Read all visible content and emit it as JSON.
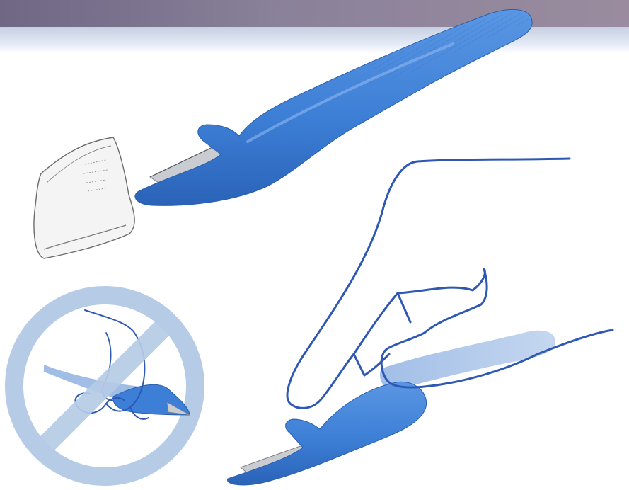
{
  "illustration": {
    "top_tool": "blue-safety-scalpel",
    "blade_guard": "clear-blade-cover",
    "prohibited_grip": "incorrect-grip-with-prohibition-sign",
    "correct_grip": "correct-grip-hand-outline"
  },
  "colors": {
    "handle_blue": "#3d7fd6",
    "handle_blue_dark": "#2a63b8",
    "hand_outline": "#2e58b4",
    "prohibit_ring": "#b6cbe6",
    "header_band": "#7d7590",
    "blade_gray": "#9aa0a8"
  }
}
